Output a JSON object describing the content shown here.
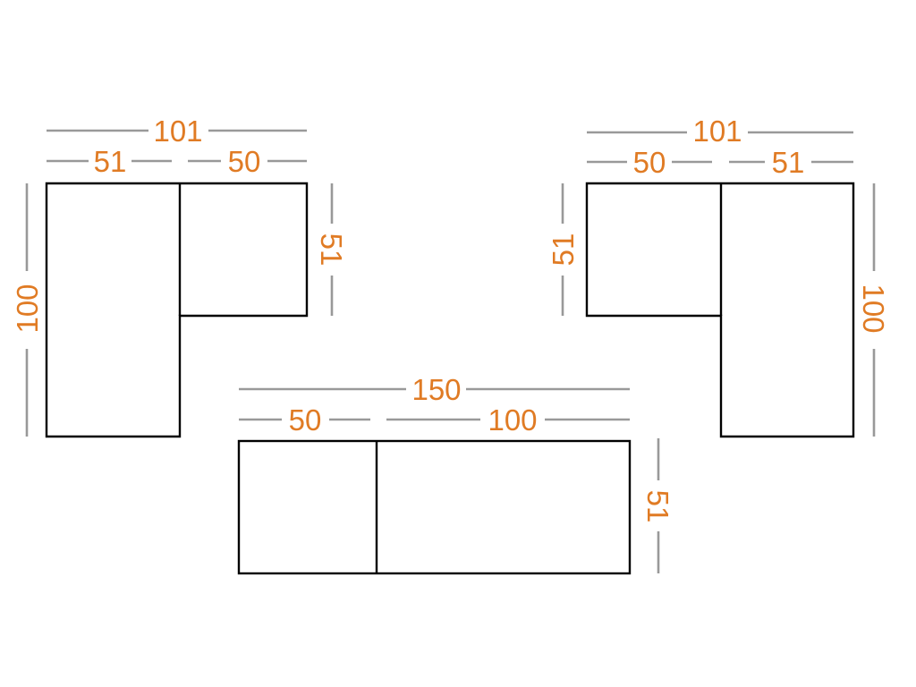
{
  "colors": {
    "dimension_text": "#e07b24",
    "dimension_line": "#999999",
    "outline": "#000000",
    "background": "#ffffff"
  },
  "left_layout": {
    "total_width": "101",
    "left_part_width": "51",
    "right_part_width": "50",
    "total_depth": "100",
    "short_depth": "51"
  },
  "right_layout": {
    "total_width": "101",
    "left_part_width": "50",
    "right_part_width": "51",
    "short_depth": "51",
    "total_depth": "100"
  },
  "bottom_layout": {
    "total_width": "150",
    "left_part_width": "50",
    "right_part_width": "100",
    "depth": "51"
  }
}
